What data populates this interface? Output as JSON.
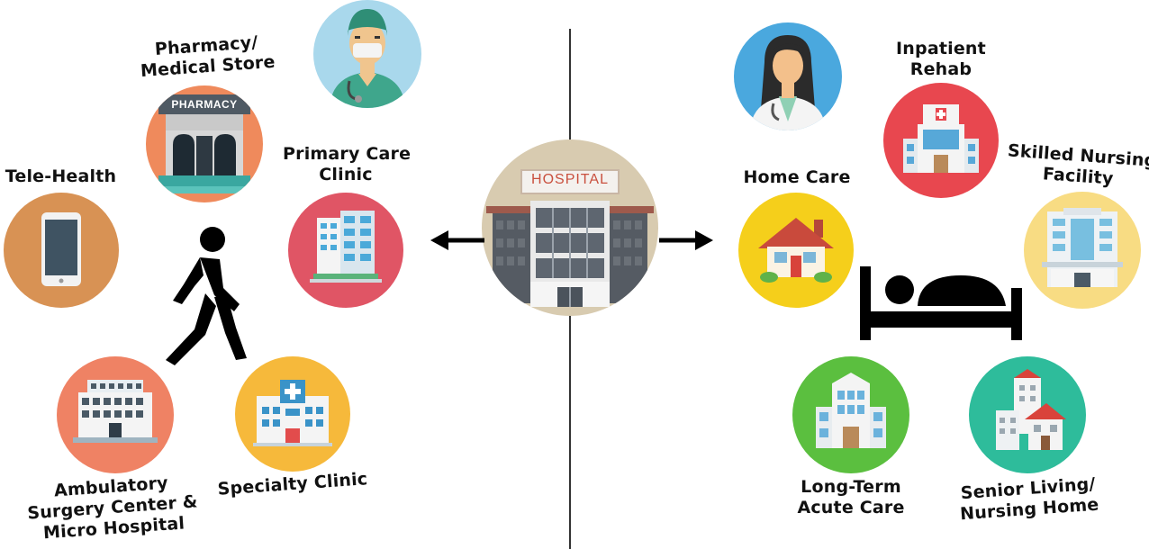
{
  "center": {
    "hospital_sign": "HOSPITAL"
  },
  "left": {
    "pharmacy": {
      "label": [
        "Pharmacy/",
        "Medical Store"
      ],
      "sign": "PHARMACY"
    },
    "telehealth": {
      "label": [
        "Tele-Health"
      ]
    },
    "primary_care": {
      "label": [
        "Primary Care",
        "Clinic"
      ]
    },
    "ambulatory": {
      "label": [
        "Ambulatory",
        "Surgery Center &",
        "Micro Hospital"
      ]
    },
    "specialty": {
      "label": [
        "Specialty Clinic"
      ]
    }
  },
  "right": {
    "inpatient_rehab": {
      "label": [
        "Inpatient",
        "Rehab"
      ]
    },
    "home_care": {
      "label": [
        "Home Care"
      ]
    },
    "skilled_nursing": {
      "label": [
        "Skilled Nursing",
        "Facility"
      ]
    },
    "long_term": {
      "label": [
        "Long-Term",
        "Acute Care"
      ]
    },
    "senior_living": {
      "label": [
        "Senior Living/",
        "Nursing Home"
      ]
    }
  },
  "colors": {
    "surgeon_bg": "#a9d8ec",
    "doctor_bg": "#4aa8de",
    "pharmacy_bg": "#ef8a5c",
    "telehealth_bg": "#d89254",
    "primary_care_bg": "#e05565",
    "ambulatory_bg": "#ef8264",
    "specialty_bg": "#f6b93b",
    "hospital_bg": "#d8cbb0",
    "inpatient_bg": "#e8474f",
    "home_care_bg": "#f5cf1b",
    "skilled_nursing_bg": "#f8dc83",
    "long_term_bg": "#5bbf3f",
    "senior_living_bg": "#2ebc9b"
  }
}
